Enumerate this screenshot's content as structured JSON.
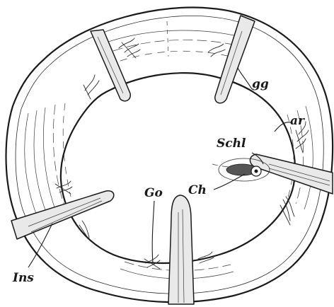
{
  "labels": {
    "gg": "gg",
    "ar": "ar",
    "schl": "Schl",
    "ch": "Ch",
    "go": "Go",
    "ins": "Ins"
  }
}
